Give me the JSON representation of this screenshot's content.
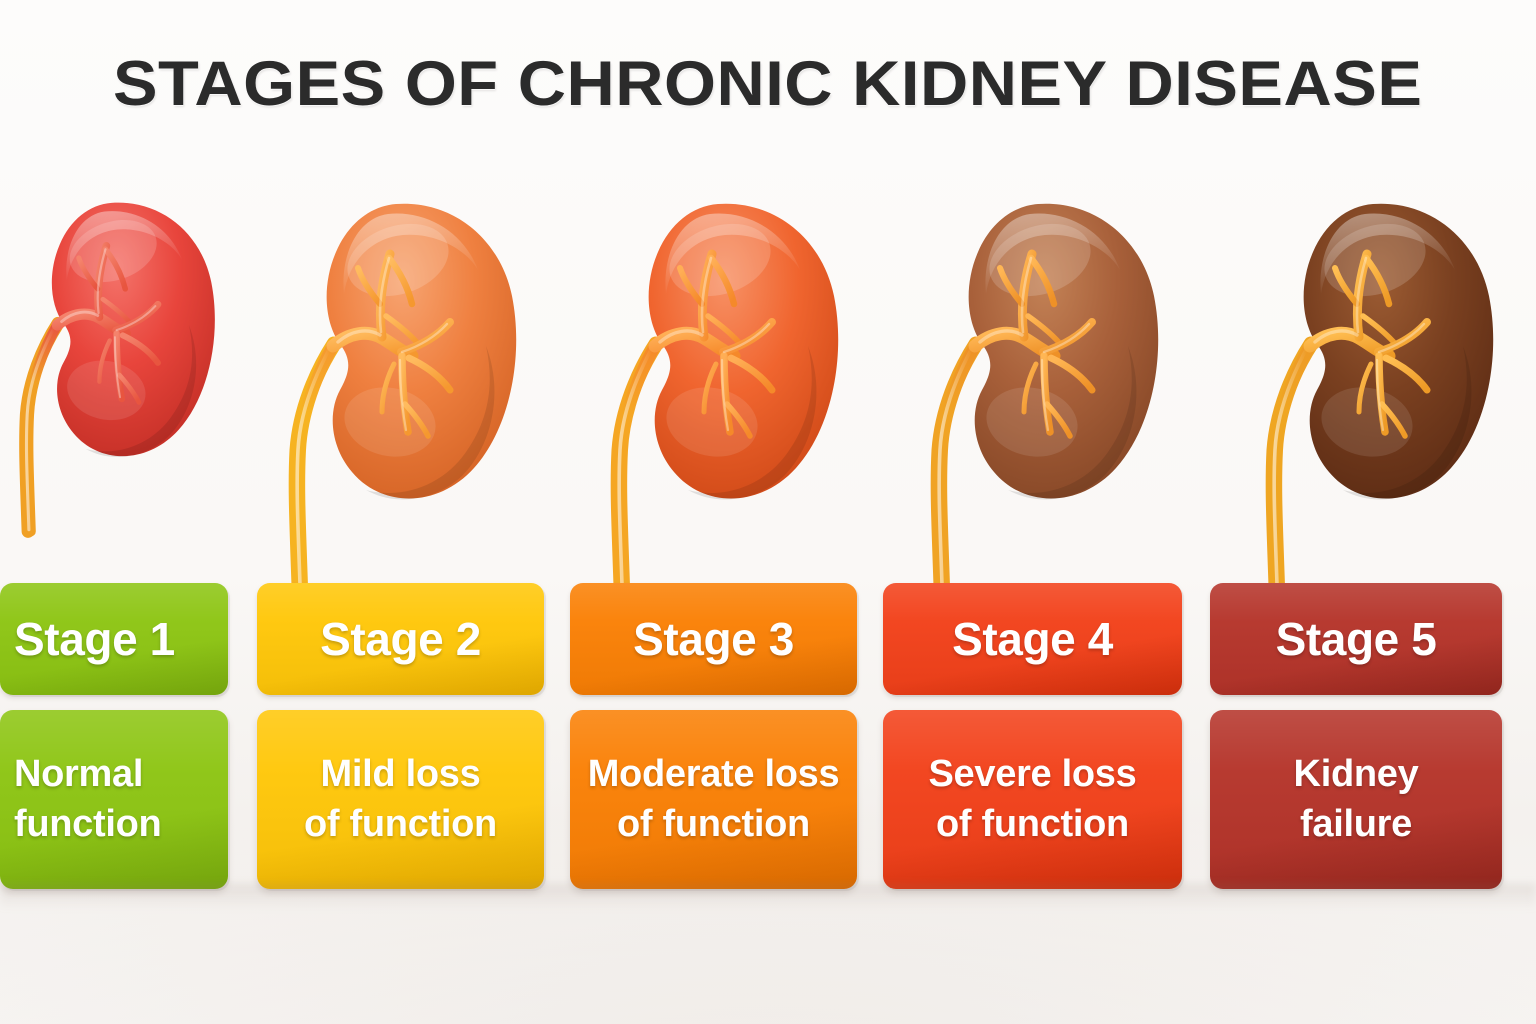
{
  "header": {
    "title": "STAGES OF CHRONIC KIDNEY DISEASE",
    "title_color": "#2b2b2b"
  },
  "background": {
    "color": "#f7f5f3"
  },
  "chart_data": {
    "type": "table",
    "title": "STAGES OF CHRONIC KIDNEY DISEASE",
    "categories": [
      "Stage 1",
      "Stage 2",
      "Stage 3",
      "Stage 4",
      "Stage 5"
    ],
    "values": [
      "Normal function",
      "Mild loss of function",
      "Moderate loss of function",
      "Severe loss of function",
      "Kidney failure"
    ],
    "series": [
      {
        "name": "Card color",
        "values": [
          "#8dc513",
          "#ffc709",
          "#fa8005",
          "#f2411a",
          "#b5342a"
        ]
      },
      {
        "name": "Kidney color",
        "values": [
          "#e8453c",
          "#ef8040",
          "#f0652f",
          "#a8603a",
          "#7a4020"
        ]
      }
    ],
    "xlabel": "",
    "ylabel": "",
    "legend_position": "none",
    "grid": false
  },
  "stages": [
    {
      "id": "stage-1",
      "title": "Stage 1",
      "description": "Normal function",
      "description_lines": [
        "Normal",
        "function"
      ],
      "card_color": "#8dc513",
      "card_color_dark": "#79ab0d",
      "kidney_color": "#e8453c",
      "kidney_color_dark": "#b8281f",
      "kidney_color_light": "#f4736a",
      "vessel_color": "#e8553f",
      "vessel_color_light": "#f4836c",
      "ureter_color": "#f0a024",
      "align": "left"
    },
    {
      "id": "stage-2",
      "title": "Stage 2",
      "description": "Mild loss of function",
      "description_lines": [
        "Mild loss",
        "of function"
      ],
      "card_color": "#ffc709",
      "card_color_dark": "#e8ad00",
      "kidney_color": "#ef8040",
      "kidney_color_dark": "#cc5a1c",
      "kidney_color_light": "#f7a471",
      "vessel_color": "#f5982f",
      "vessel_color_light": "#ffbb5e",
      "ureter_color": "#f6b321",
      "align": "center"
    },
    {
      "id": "stage-3",
      "title": "Stage 3",
      "description": "Moderate loss of function",
      "description_lines": [
        "Moderate loss",
        "of function"
      ],
      "card_color": "#fa8005",
      "card_color_dark": "#e06d00",
      "kidney_color": "#f0652f",
      "kidney_color_dark": "#c5400f",
      "kidney_color_light": "#f79165",
      "vessel_color": "#f5892a",
      "vessel_color_light": "#ffae55",
      "ureter_color": "#f5a623",
      "align": "center"
    },
    {
      "id": "stage-4",
      "title": "Stage 4",
      "description": "Severe loss of function",
      "description_lines": [
        "Severe loss",
        "of function"
      ],
      "card_color": "#f2411a",
      "card_color_dark": "#d32f0c",
      "kidney_color": "#a8603a",
      "kidney_color_dark": "#7b3f20",
      "kidney_color_light": "#c38256",
      "vessel_color": "#ee9127",
      "vessel_color_light": "#ffb654",
      "ureter_color": "#f0a324",
      "align": "center"
    },
    {
      "id": "stage-5",
      "title": "Stage 5",
      "description": "Kidney failure",
      "description_lines": [
        "Kidney",
        "failure"
      ],
      "card_color": "#b5342a",
      "card_color_dark": "#97271e",
      "kidney_color": "#7a4020",
      "kidney_color_dark": "#532510",
      "kidney_color_light": "#9c5c33",
      "vessel_color": "#ee9a26",
      "vessel_color_light": "#ffbe52",
      "ureter_color": "#efa622",
      "align": "center"
    }
  ]
}
